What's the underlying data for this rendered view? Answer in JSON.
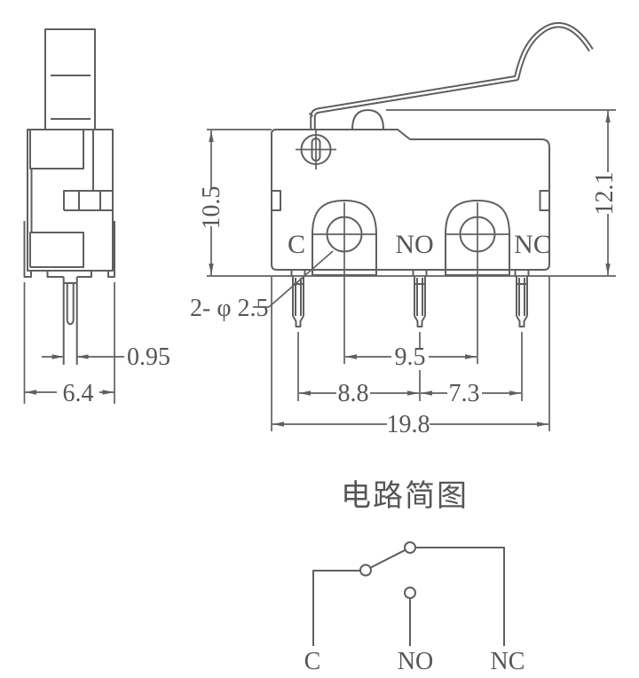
{
  "colors": {
    "line": "#5f5f5f",
    "text": "#565656",
    "background": "#ffffff"
  },
  "side_view": {
    "dim_pin_width": "0.95",
    "dim_body_width": "6.4"
  },
  "front_view": {
    "dim_body_height": "10.5",
    "dim_total_height": "12.1",
    "hole_callout": "2- φ 2.5",
    "dim_hole_spacing": "9.5",
    "dim_pin_spacing_left": "8.8",
    "dim_pin_spacing_right": "7.3",
    "dim_total_width": "19.8",
    "terminal_common": "C",
    "terminal_normally_open": "NO",
    "terminal_normally_closed": "NC"
  },
  "circuit": {
    "title": "电路简图",
    "label_c": "C",
    "label_no": "NO",
    "label_nc": "NC"
  }
}
